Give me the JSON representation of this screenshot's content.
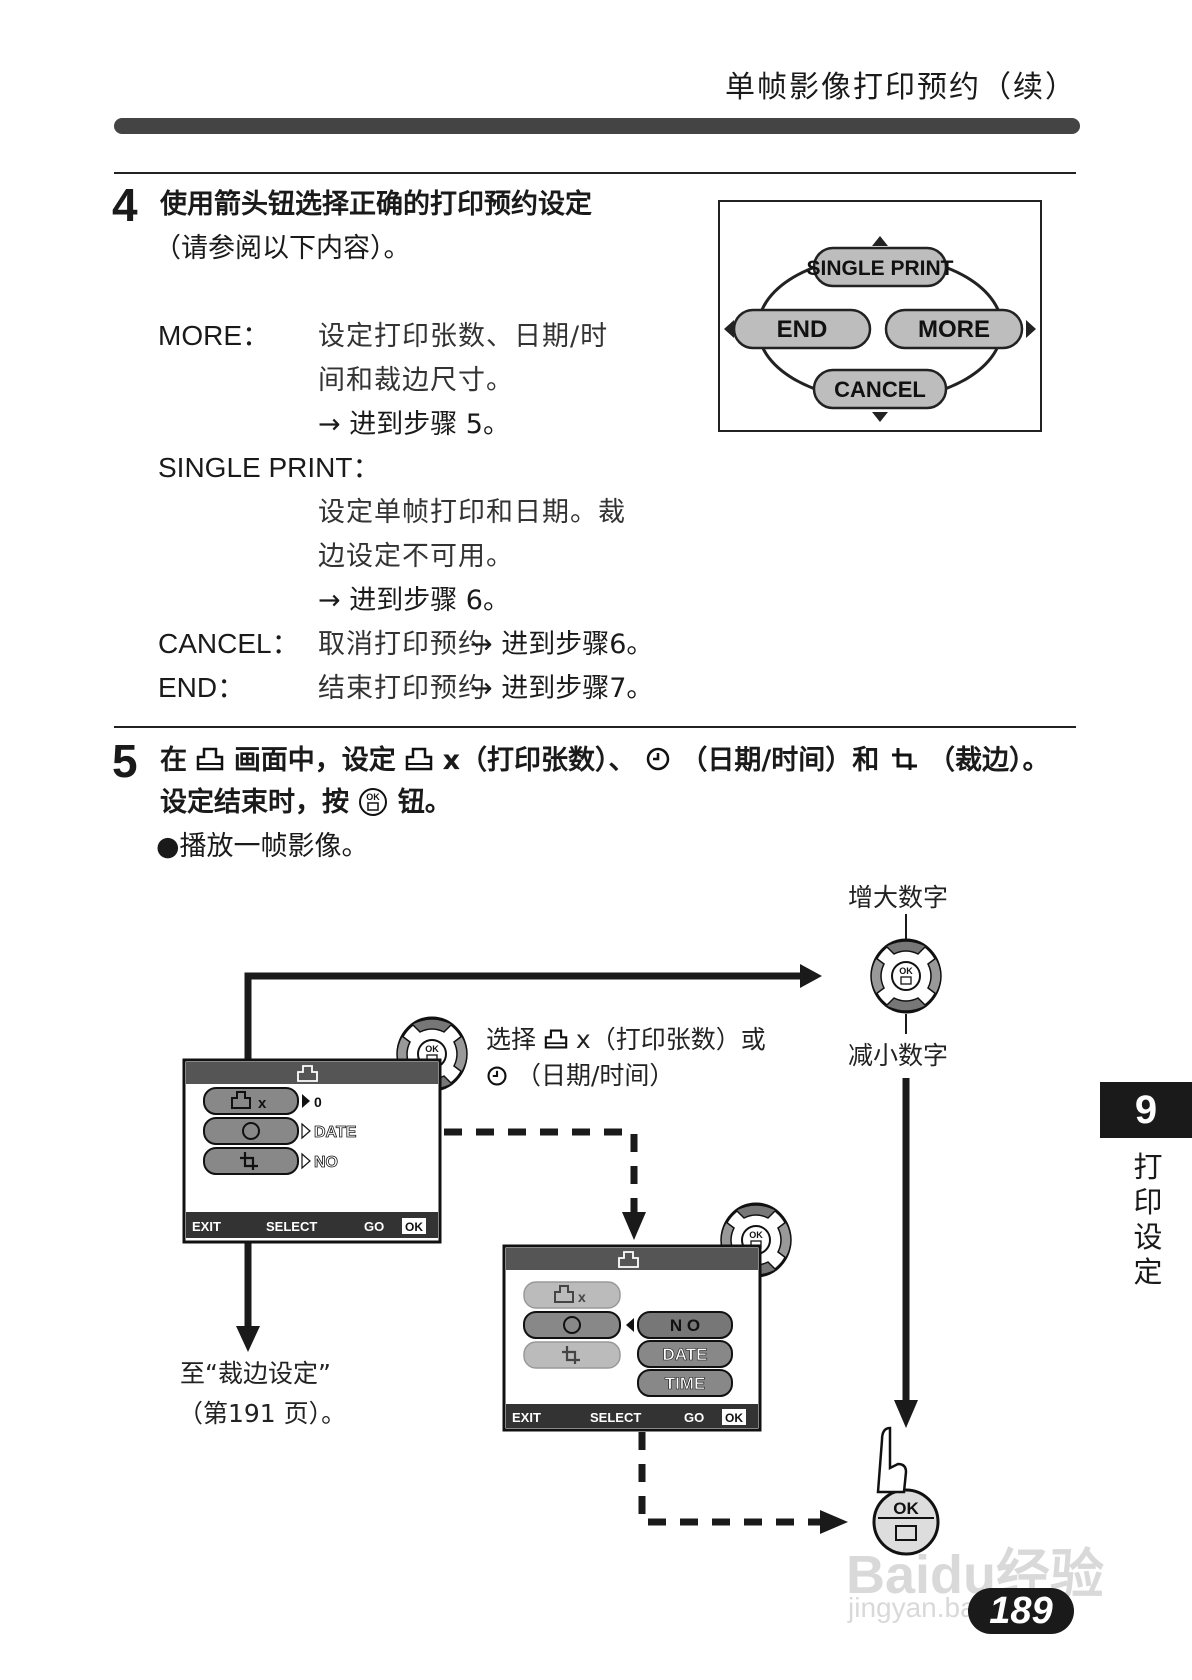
{
  "header": {
    "title": "单帧影像打印预约（续）"
  },
  "step4": {
    "number": "4",
    "title_line1": "使用箭头钮选择正确的打印预约设定",
    "title_line2": "（请参阅以下内容）。",
    "items": [
      {
        "term": "MORE：",
        "lines": [
          "设定打印张数、日期/时",
          "间和裁边尺寸。"
        ],
        "goto": "→ 进到步骤 5。"
      },
      {
        "term": "SINGLE PRINT：",
        "lines": [
          "设定单帧打印和日期。裁",
          "边设定不可用。"
        ],
        "goto": "→ 进到步骤 6。"
      },
      {
        "term": "CANCEL：",
        "desc": "取消打印预约",
        "goto": "→ 进到步骤6。"
      },
      {
        "term": "END：",
        "desc": "结束打印预约",
        "goto": "→ 进到步骤7。"
      }
    ],
    "menu": {
      "top": "SINGLE PRINT",
      "left": "END",
      "right": "MORE",
      "bottom": "CANCEL"
    }
  },
  "step5": {
    "number": "5",
    "line1_parts": [
      "在",
      "画面中，设定",
      "x（打印张数）、",
      "（日期/时间）和",
      "（裁边）。"
    ],
    "line2_parts": [
      "设定结束时，按",
      "钮。"
    ],
    "bullet": "●播放一帧影像。"
  },
  "diagram": {
    "increase": "增大数字",
    "decrease": "减小数字",
    "select_note_parts": [
      "选择",
      "x（打印张数）或",
      "（日期/时间）"
    ],
    "to_trim_line1": "至“裁边设定”",
    "to_trim_line2": "（第191 页）。",
    "screen1": {
      "rows": [
        "x",
        "",
        ""
      ],
      "values": [
        "0",
        "DATE",
        "NO"
      ],
      "footer": {
        "exit": "EXIT",
        "select": "SELECT",
        "go": "GO",
        "ok": "OK"
      }
    },
    "screen2": {
      "rows": [
        "x",
        "",
        ""
      ],
      "options": [
        "N O",
        "DATE",
        "TIME"
      ],
      "footer": {
        "exit": "EXIT",
        "select": "SELECT",
        "go": "GO",
        "ok": "OK"
      }
    },
    "ok_label": "OK"
  },
  "side_tab": {
    "number": "9",
    "chars": [
      "打",
      "印",
      "设",
      "定"
    ]
  },
  "page_number": "189",
  "watermark": {
    "text": "Baidu经验",
    "url": "jingyan.baidu.com"
  }
}
